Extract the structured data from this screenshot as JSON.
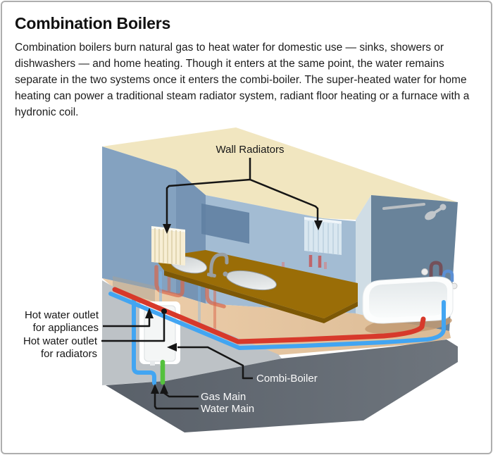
{
  "header": {
    "title": "Combination Boilers",
    "description": "Combination boilers burn natural gas to heat water for domestic use — sinks, showers or dishwashers — and home heating. Though it enters at the same point, the water remains separate in the two systems once it enters the combi-boiler. The super-heated water for home heating can power a traditional steam radiator system, radiant floor heating or a furnace with a hydronic coil."
  },
  "diagram": {
    "labels": {
      "wall_radiators": "Wall Radiators",
      "hot_water_appliances_line1": "Hot water outlet",
      "hot_water_appliances_line2": "for appliances",
      "hot_water_radiators_line1": "Hot water outlet",
      "hot_water_radiators_line2": "for radiators",
      "combi_boiler": "Combi-Boiler",
      "gas_main": "Gas Main",
      "water_main": "Water Main"
    },
    "icons": {
      "shower_head": "shower-head-icon",
      "faucet": "faucet-icon"
    },
    "colors": {
      "ceiling": "#F1E6C0",
      "wall_left": "#84A2C0",
      "wall_corner": "#7694B4",
      "wall_back": "#A3BCD3",
      "wall_right": "#69839A",
      "counter": "#9A6D07",
      "floor_cut": "#E3BC92",
      "foundation": "#BDC2C6",
      "ground": "#5D646C",
      "pipe_hot": "#D7392B",
      "pipe_cold": "#42A5F2",
      "pipe_gas": "#54C13D",
      "boiler": "#F4F6F6",
      "tub": "#FCFDFD",
      "radiator_left": "#F7EED4",
      "radiator_right": "#DCE9F1"
    }
  }
}
